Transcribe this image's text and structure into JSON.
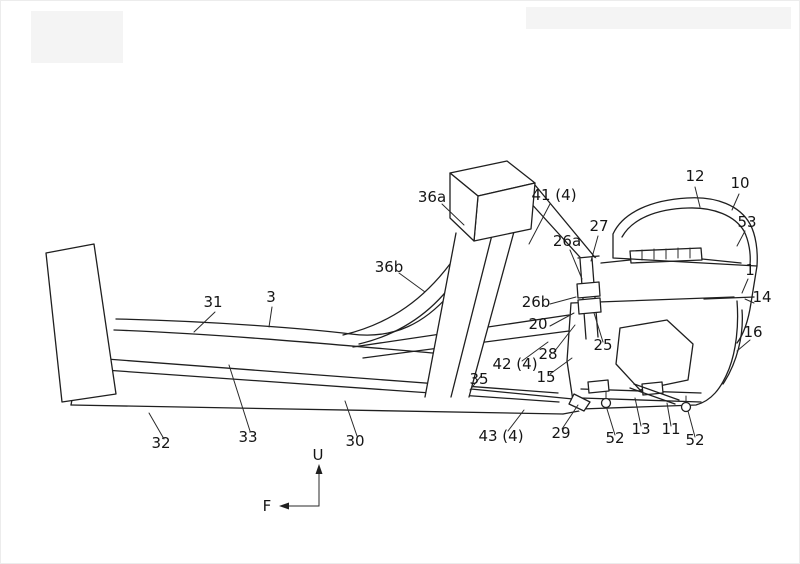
{
  "figure": {
    "labels": {
      "l36a": "36a",
      "l41_4": "41 (4)",
      "l12": "12",
      "l10": "10",
      "l53": "53",
      "l27": "27",
      "l26a": "26a",
      "l1": "1",
      "l36b": "36b",
      "l26b": "26b",
      "l14": "14",
      "l31": "31",
      "l3": "3",
      "l20": "20",
      "l16": "16",
      "l25": "25",
      "l28": "28",
      "l42_4": "42 (4)",
      "l35": "35",
      "l15": "15",
      "l43_4": "43 (4)",
      "l29": "29",
      "l52a": "52",
      "l13": "13",
      "l11": "11",
      "l52b": "52",
      "l32": "32",
      "l33": "33",
      "l30": "30"
    },
    "axes": {
      "up": "U",
      "forward": "F"
    },
    "colors": {
      "line": "#1f1f1f",
      "background": "#ffffff"
    }
  }
}
